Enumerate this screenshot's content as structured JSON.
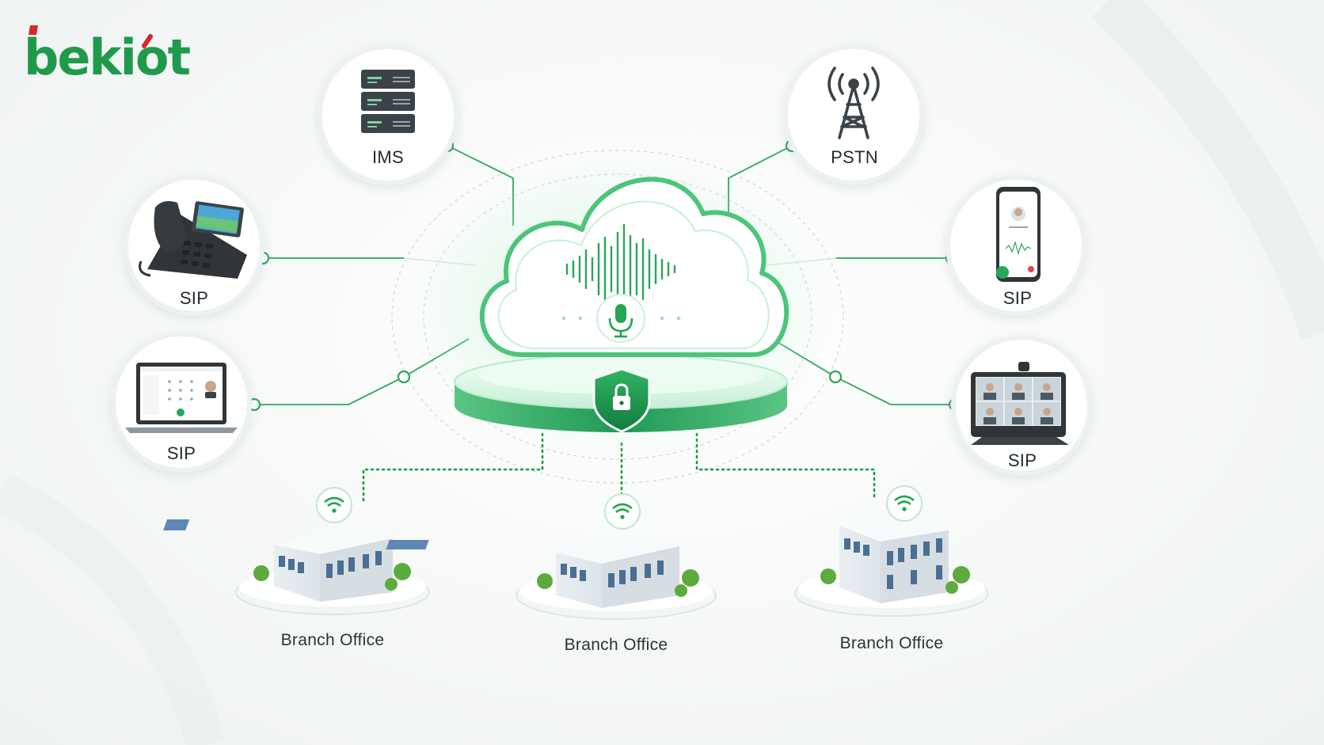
{
  "brand": {
    "name": "bekiot",
    "colors": {
      "green": "#1f9a4a",
      "red": "#d8262b"
    }
  },
  "nodes": [
    {
      "id": "ims",
      "label": "IMS",
      "icon": "server-rack-icon"
    },
    {
      "id": "pstn",
      "label": "PSTN",
      "icon": "cell-tower-icon"
    },
    {
      "id": "sip_desk_phone",
      "label": "SIP",
      "icon": "desk-ip-phone-icon"
    },
    {
      "id": "sip_softphone",
      "label": "SIP",
      "icon": "laptop-softphone-icon"
    },
    {
      "id": "sip_mobile",
      "label": "SIP",
      "icon": "smartphone-call-icon"
    },
    {
      "id": "sip_video",
      "label": "SIP",
      "icon": "video-conference-panel-icon"
    }
  ],
  "hub": {
    "icons": [
      "cloud-icon",
      "voice-waveform-icon",
      "microphone-icon",
      "shield-lock-icon"
    ]
  },
  "branches": [
    {
      "label": "Branch Office",
      "icon": "office-building-icon",
      "signal": "wifi-icon"
    },
    {
      "label": "Branch Office",
      "icon": "office-building-icon",
      "signal": "wifi-icon"
    },
    {
      "label": "Branch Office",
      "icon": "office-building-icon",
      "signal": "wifi-icon"
    }
  ],
  "colors": {
    "accent": "#22a653",
    "accent_light": "#9fe3b8",
    "text": "#1f2a30",
    "device_dark": "#3b4349"
  }
}
